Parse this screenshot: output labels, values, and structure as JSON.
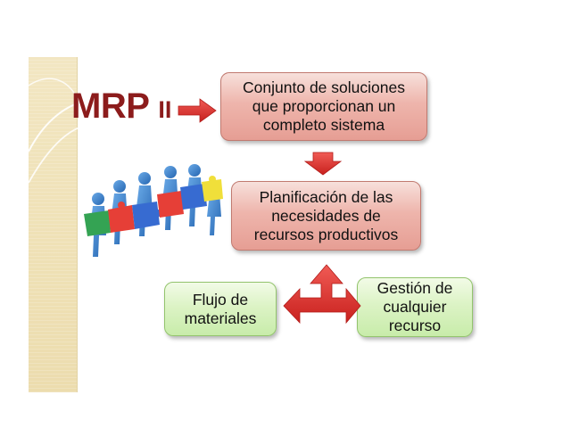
{
  "title": {
    "main": "MRP",
    "sub": "II"
  },
  "boxes": {
    "top": "Conjunto de soluciones\nque proporcionan un\ncompleto sistema",
    "middle": "Planificación de las\nnecesidades de\nrecursos productivos",
    "left": "Flujo de\nmateriales",
    "right": "Gestión de\ncualquier\nrecurso"
  },
  "colors": {
    "title": "#8c1c1c",
    "arrow": "#e23a36",
    "box_red_fill": "#eeb5ac",
    "box_green_fill": "#dcf3c5",
    "panel": "#efe1b6"
  },
  "illustration": {
    "icon": "team-puzzle-icon"
  }
}
